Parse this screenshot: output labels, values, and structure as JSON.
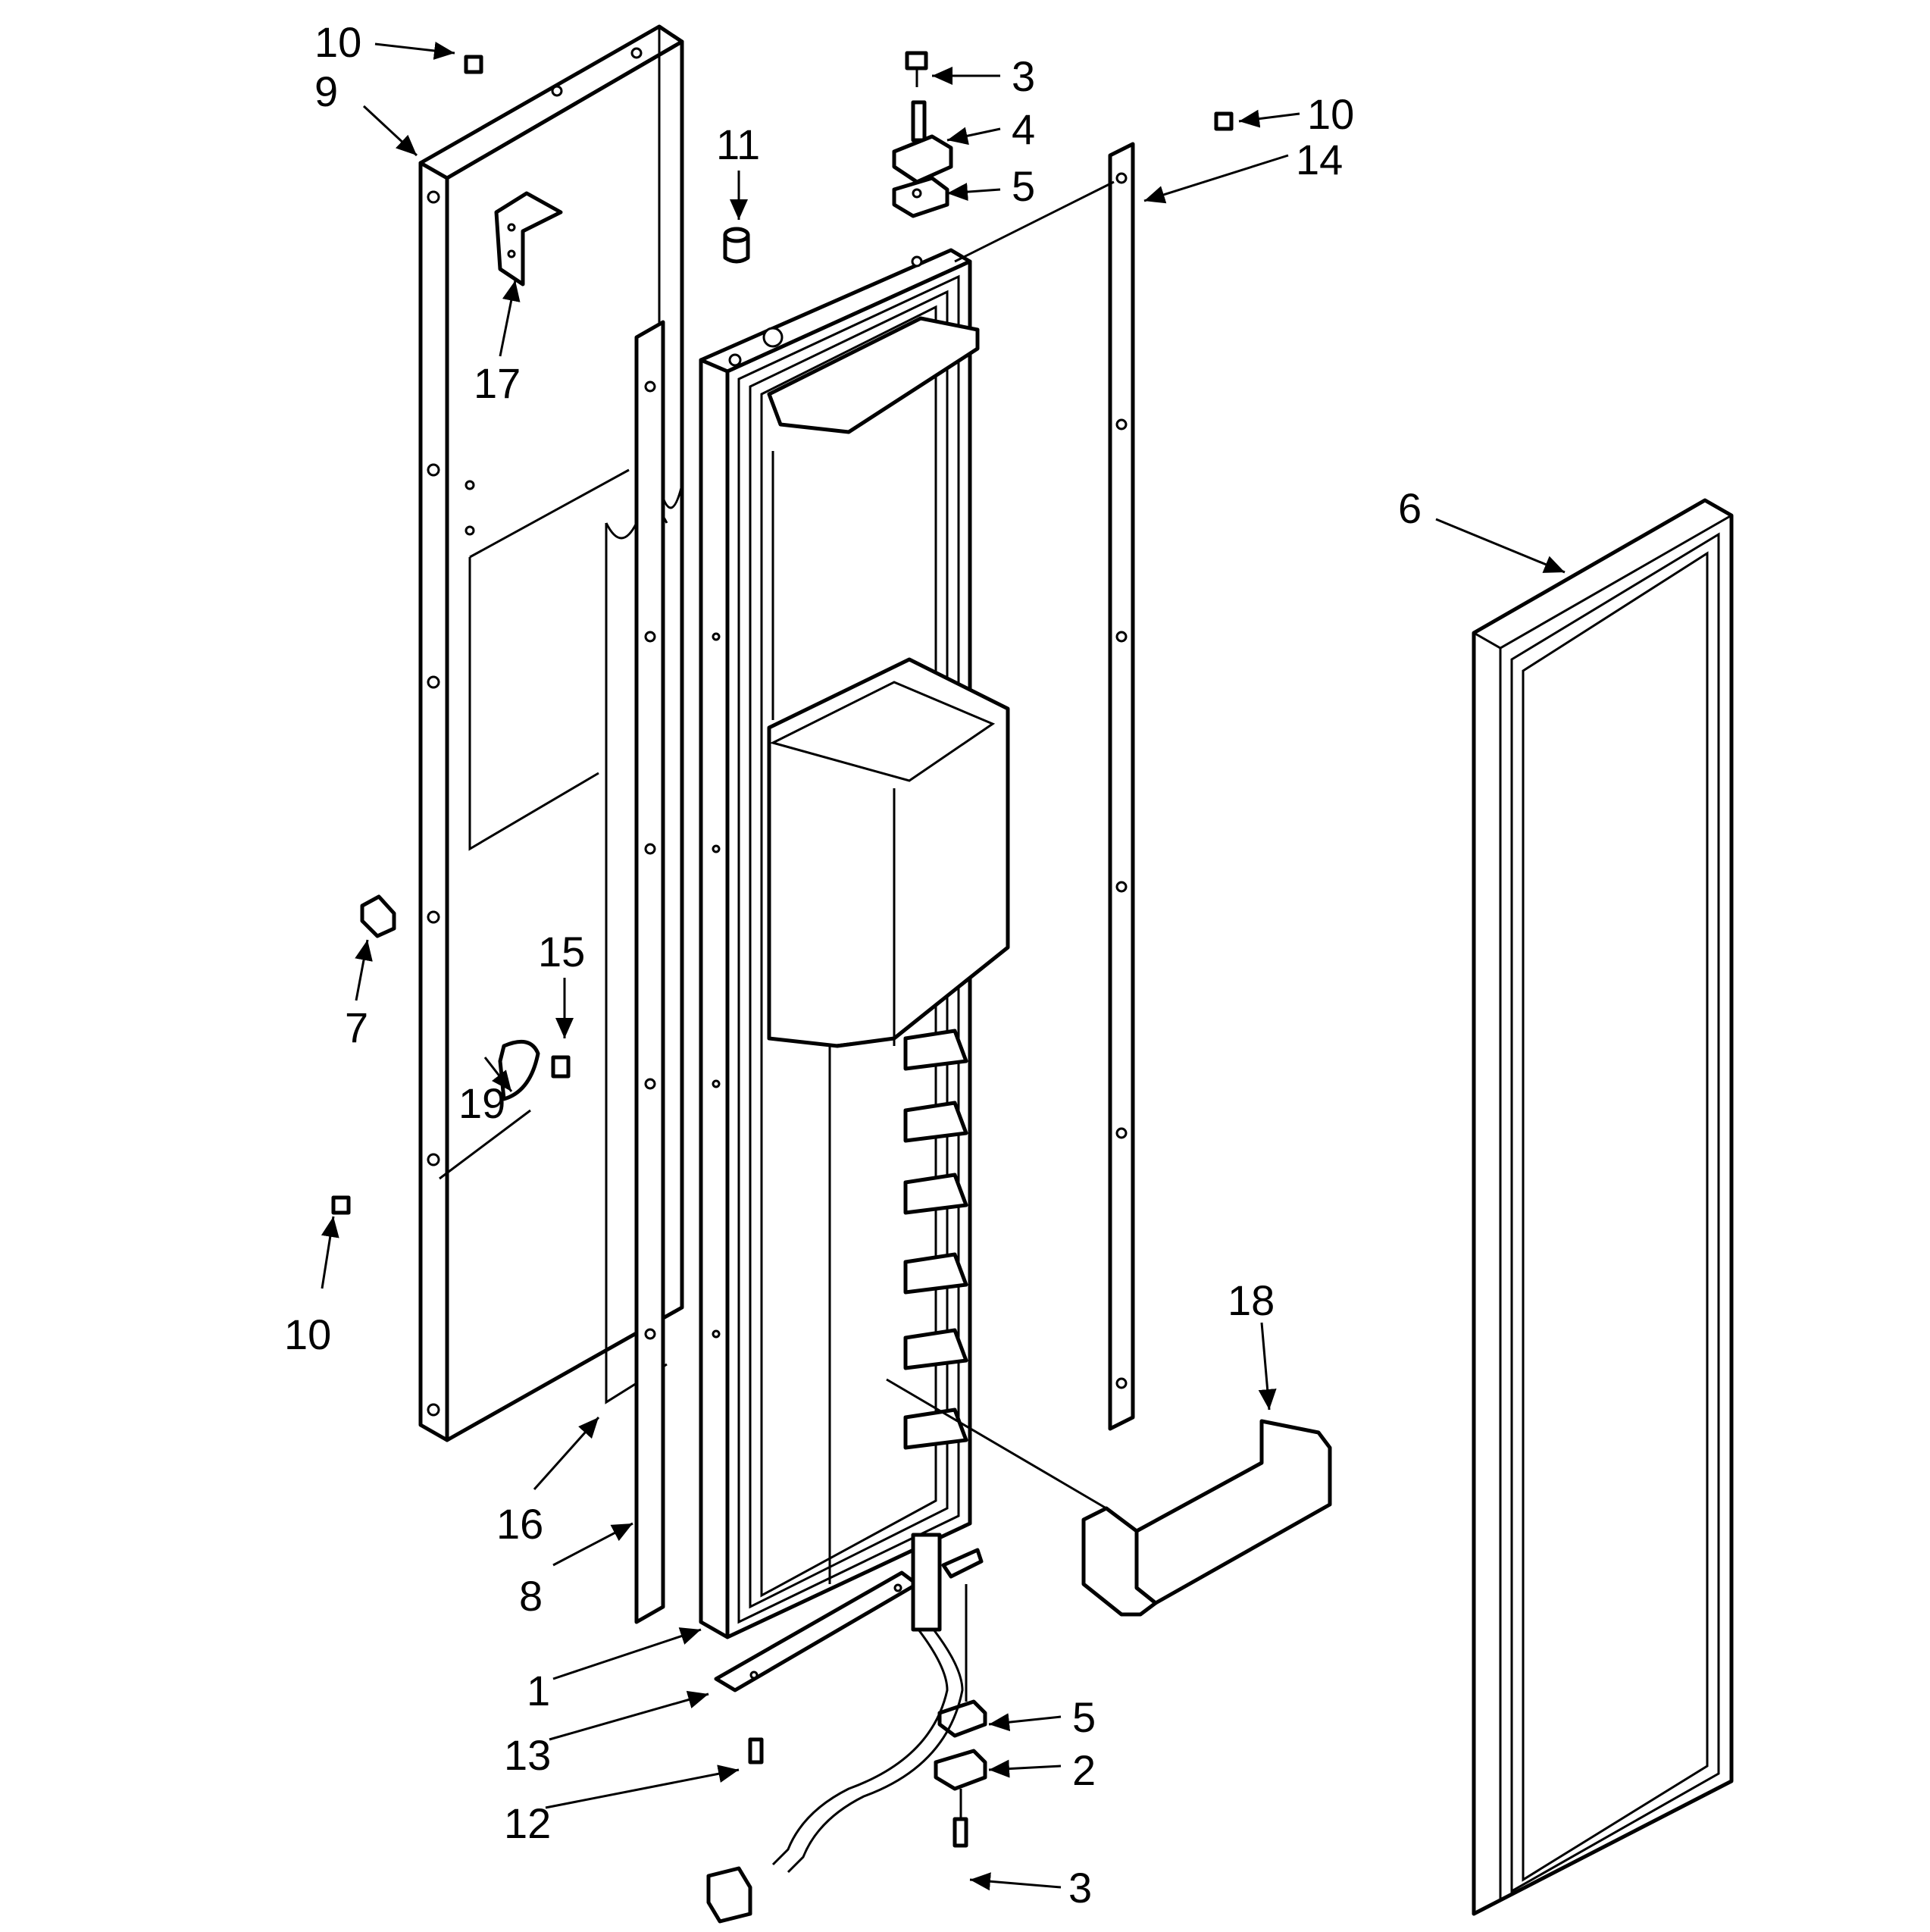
{
  "diagram": {
    "callouts": [
      {
        "id": "c10a",
        "label": "10"
      },
      {
        "id": "c9",
        "label": "9"
      },
      {
        "id": "c17",
        "label": "17"
      },
      {
        "id": "c11",
        "label": "11"
      },
      {
        "id": "c3a",
        "label": "3"
      },
      {
        "id": "c4",
        "label": "4"
      },
      {
        "id": "c5a",
        "label": "5"
      },
      {
        "id": "c10b",
        "label": "10"
      },
      {
        "id": "c14",
        "label": "14"
      },
      {
        "id": "c6",
        "label": "6"
      },
      {
        "id": "c15",
        "label": "15"
      },
      {
        "id": "c7",
        "label": "7"
      },
      {
        "id": "c19",
        "label": "19"
      },
      {
        "id": "c10c",
        "label": "10"
      },
      {
        "id": "c18",
        "label": "18"
      },
      {
        "id": "c16",
        "label": "16"
      },
      {
        "id": "c8",
        "label": "8"
      },
      {
        "id": "c1",
        "label": "1"
      },
      {
        "id": "c13",
        "label": "13"
      },
      {
        "id": "c12",
        "label": "12"
      },
      {
        "id": "c5b",
        "label": "5"
      },
      {
        "id": "c2",
        "label": "2"
      },
      {
        "id": "c3b",
        "label": "3"
      }
    ]
  }
}
